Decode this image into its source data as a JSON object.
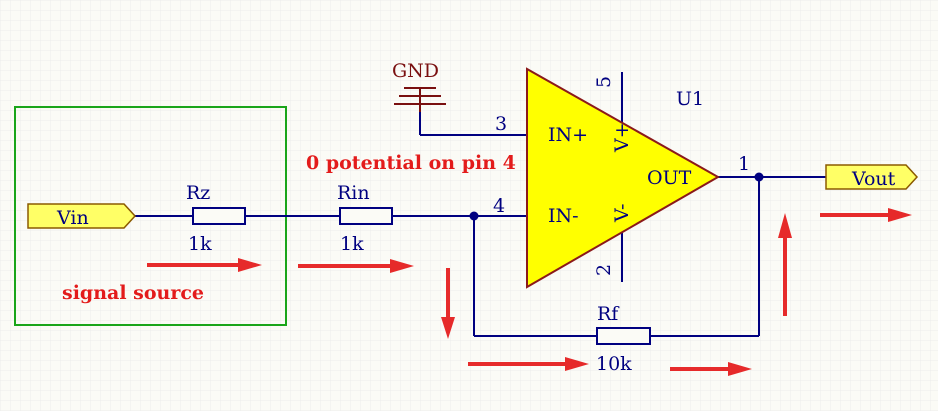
{
  "labels": {
    "gnd": "GND",
    "u1": "U1",
    "pin3": "3",
    "pin4": "4",
    "pin5": "5",
    "pin2": "2",
    "pin1": "1",
    "in_plus": "IN+",
    "in_minus": "IN-",
    "v_plus": "V+",
    "v_minus": "V-",
    "out": "OUT",
    "vin": "Vin",
    "vout": "Vout",
    "rz_name": "Rz",
    "rz_value": "1k",
    "rin_name": "Rin",
    "rin_value": "1k",
    "rf_name": "Rf",
    "rf_value": "10k",
    "annotation_potential": "0 potential on pin 4",
    "annotation_source": "signal source"
  },
  "colors": {
    "background": "#fbfbf6",
    "grid": "#ececec",
    "wire": "#000080",
    "opamp_fill": "#ffff00",
    "opamp_stroke": "#8b1a1a",
    "component_stroke": "#000080",
    "gnd_color": "#7a1010",
    "port_fill": "#ffff66",
    "port_stroke": "#8b5a00",
    "annotation_red": "#e31b1b",
    "arrow_red": "#e62a2a",
    "source_box_green": "#1aa51a"
  }
}
